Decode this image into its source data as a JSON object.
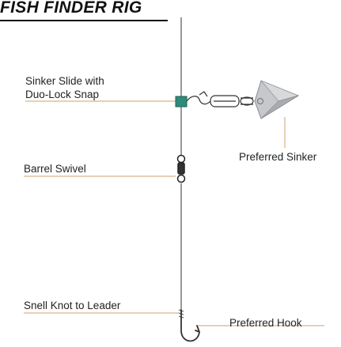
{
  "title": "FISH FINDER RIG",
  "labels": {
    "sinker_slide_line1": "Sinker Slide with",
    "sinker_slide_line2": "Duo-Lock Snap",
    "barrel_swivel": "Barrel Swivel",
    "preferred_sinker": "Preferred Sinker",
    "snell_knot": "Snell Knot to Leader",
    "preferred_hook": "Preferred Hook"
  },
  "colors": {
    "line": "#555555",
    "leader": "#d9b28a",
    "slide": "#2e8b7a",
    "sinker": "#b9bcc0",
    "hardware": "#333333"
  }
}
